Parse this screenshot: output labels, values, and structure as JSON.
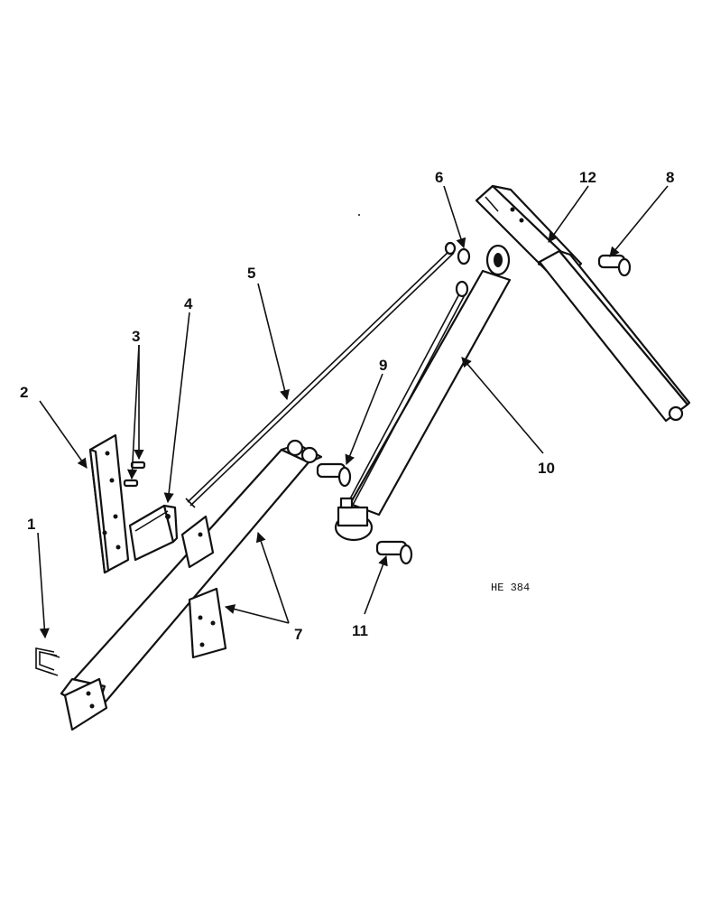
{
  "callouts": {
    "c1": "1",
    "c2": "2",
    "c3": "3",
    "c4": "4",
    "c5": "5",
    "c6": "6",
    "c7": "7",
    "c8": "8",
    "c9": "9",
    "c10": "10",
    "c11": "11",
    "c12": "12"
  },
  "drawing_code": "HE 384",
  "colors": {
    "ink": "#111111",
    "paper": "#ffffff"
  }
}
